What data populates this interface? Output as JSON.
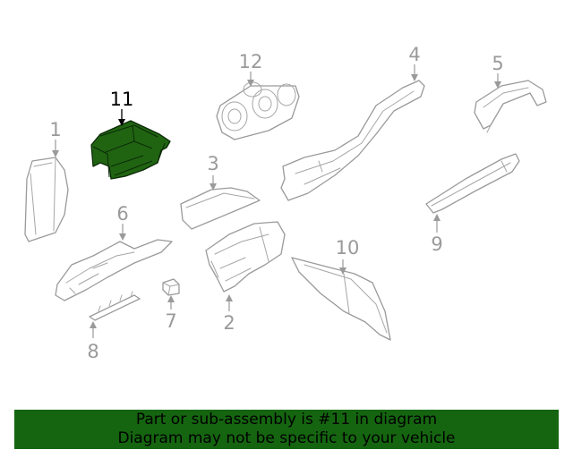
{
  "callouts": {
    "c1": "1",
    "c2": "2",
    "c3": "3",
    "c4": "4",
    "c5": "5",
    "c6": "6",
    "c7": "7",
    "c8": "8",
    "c9": "9",
    "c10": "10",
    "c11": "11",
    "c12": "12"
  },
  "highlighted_part": "11",
  "colors": {
    "highlight_fill": "#206412",
    "banner_background": "#156510",
    "part_outline": "#9a9a9a"
  },
  "banner": {
    "line1": "Part or sub-assembly is #11 in diagram",
    "line2": "Diagram may not be specific to your vehicle"
  }
}
